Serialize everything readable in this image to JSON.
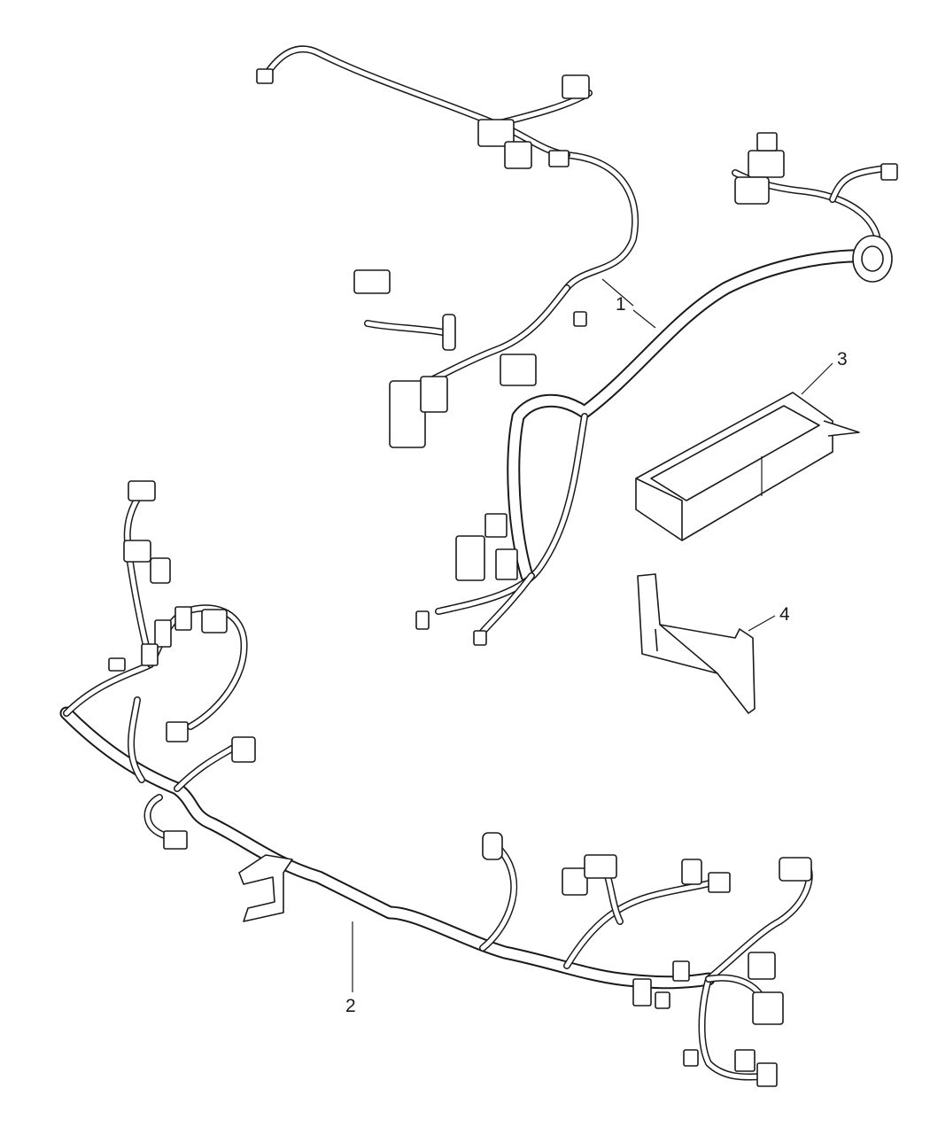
{
  "callouts": [
    {
      "id": "1",
      "label": "1",
      "part": "wiring-harness-upper"
    },
    {
      "id": "2",
      "label": "2",
      "part": "wiring-harness-lower"
    },
    {
      "id": "3",
      "label": "3",
      "part": "relay-box-tray"
    },
    {
      "id": "4",
      "label": "4",
      "part": "mounting-bracket"
    }
  ]
}
